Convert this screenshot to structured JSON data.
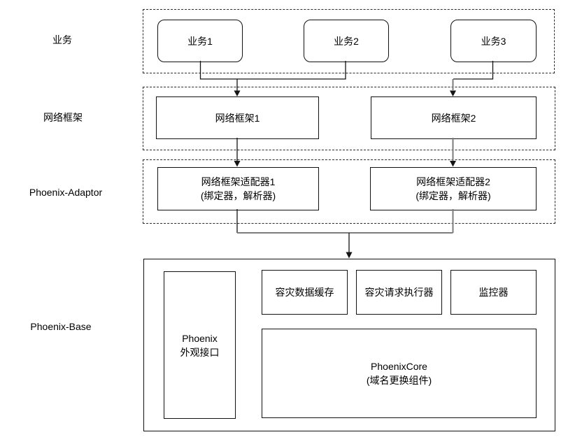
{
  "diagram": {
    "layer_labels": {
      "business": "业务",
      "framework": "网络框架",
      "adaptor": "Phoenix-Adaptor",
      "base": "Phoenix-Base"
    },
    "business_nodes": [
      {
        "label": "业务1"
      },
      {
        "label": "业务2"
      },
      {
        "label": "业务3"
      }
    ],
    "framework_nodes": [
      {
        "label": "网络框架1"
      },
      {
        "label": "网络框架2"
      }
    ],
    "adaptor_nodes": [
      {
        "title": "网络框架适配器1",
        "subtitle": "(绑定器，解析器)"
      },
      {
        "title": "网络框架适配器2",
        "subtitle": "(绑定器，解析器)"
      }
    ],
    "base_nodes": {
      "facade": {
        "line1": "Phoenix",
        "line2": "外观接口"
      },
      "cache": {
        "label": "容灾数据缓存"
      },
      "executor": {
        "label": "容灾请求执行器"
      },
      "monitor": {
        "label": "监控器"
      },
      "core": {
        "title": "PhoenixCore",
        "subtitle": "(域名更换组件)"
      }
    }
  }
}
